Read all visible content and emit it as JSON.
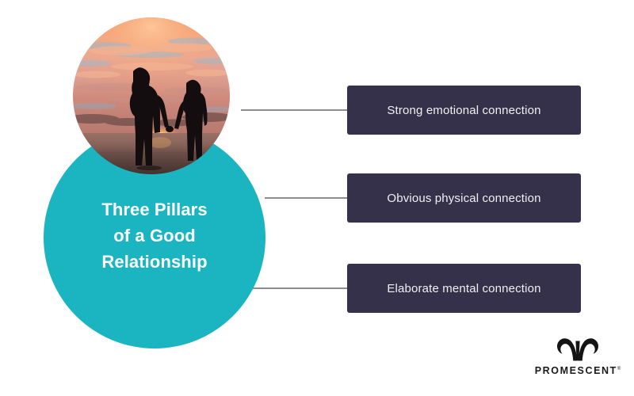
{
  "infographic": {
    "title_lines": [
      "Three Pillars",
      "of a Good",
      "Relationship"
    ],
    "title_full": "Three Pillars of a Good Relationship",
    "pillars": [
      {
        "label": "Strong emotional connection"
      },
      {
        "label": "Obvious physical connection"
      },
      {
        "label": "Elaborate mental connection"
      }
    ],
    "photo": {
      "alt": "Silhouette of a couple holding hands at sunset on a beach"
    },
    "colors": {
      "teal": "#1bb5c2",
      "box_navy": "#35314a",
      "connector_gray": "#8c8c94",
      "title_text": "#ffffff",
      "box_text": "#f0eff4",
      "background": "#ffffff",
      "logo_black": "#1a1a1a"
    }
  },
  "branding": {
    "wordmark": "PROMESCENT",
    "trademark": "®",
    "mark_name": "aries-ram-horns-logo"
  }
}
